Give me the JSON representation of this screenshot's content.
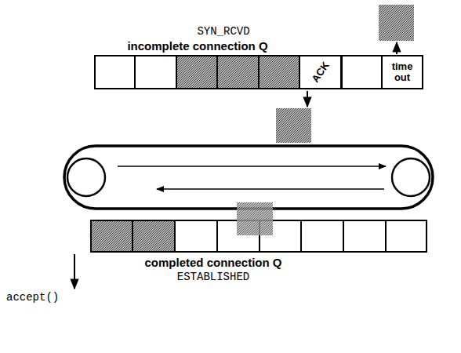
{
  "diagram": {
    "nodes": [
      {
        "text": [
          "SYN_RCVD",
          "incomplete connection Q"
        ]
      },
      {
        "text": [
          "ACK"
        ],
        "in": 0
      },
      {
        "text": [
          "time out"
        ],
        "in": 0
      },
      {
        "text": [
          "completed connection Q",
          "ESTABLISHED"
        ]
      }
    ],
    "labels": [
      "accept()"
    ]
  }
}
